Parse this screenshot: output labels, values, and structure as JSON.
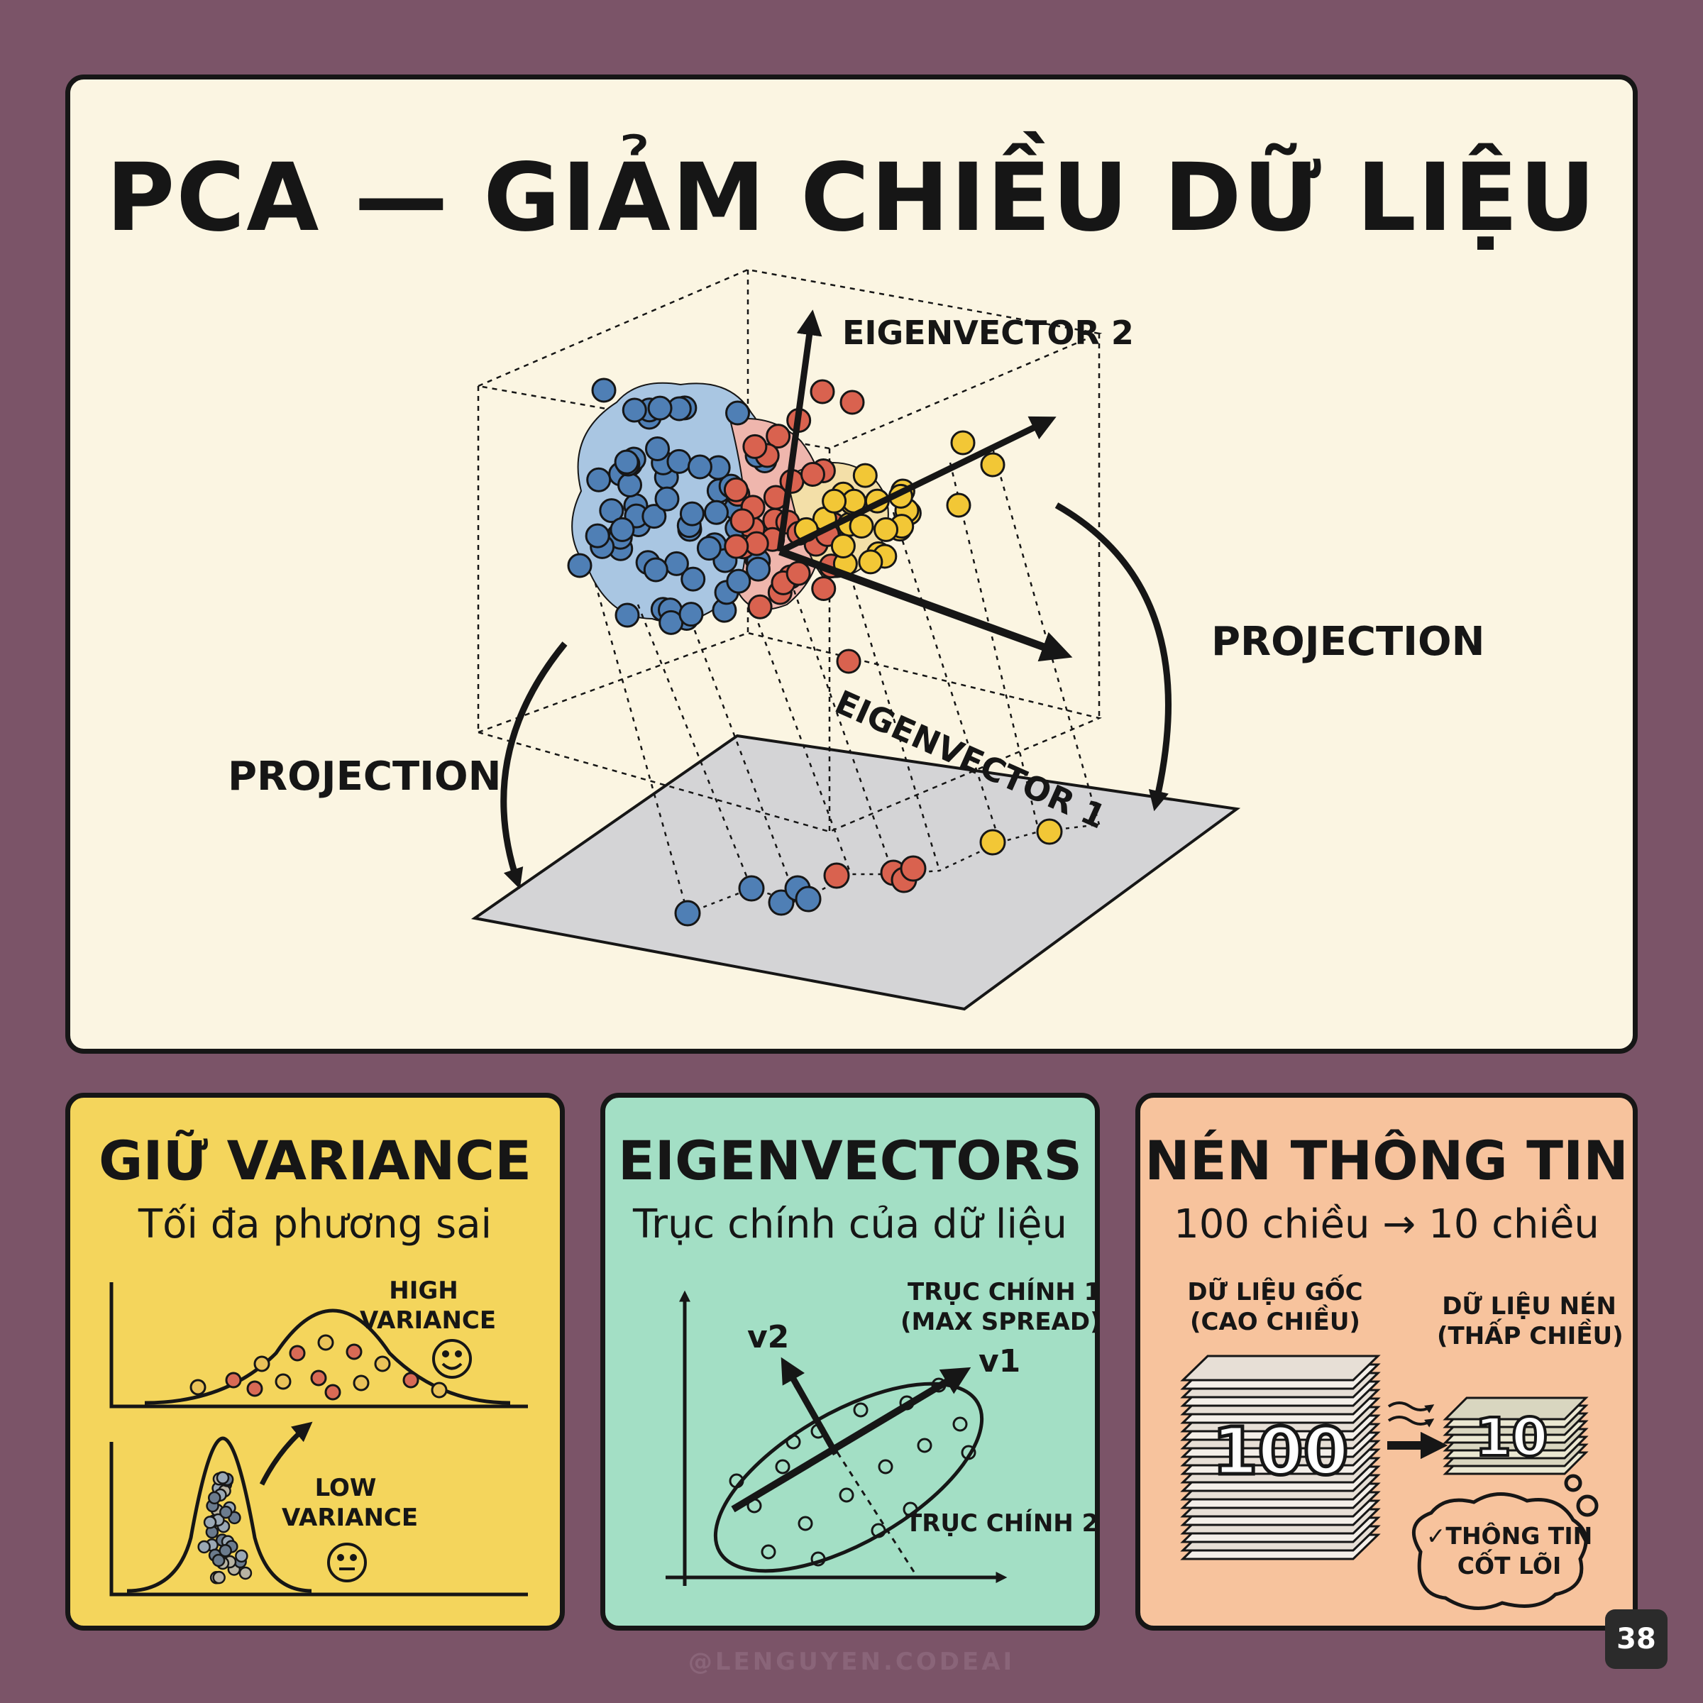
{
  "main": {
    "title": "PCA — GIẢM CHIỀU DỮ LIỆU",
    "eigenvector2_label": "EIGENVECTOR 2",
    "eigenvector1_label": "EIGENVECTOR 1",
    "projection_right_label": "PROJECTION",
    "projection_left_label": "PROJECTION"
  },
  "cards": {
    "variance": {
      "title": "GIỮ VARIANCE",
      "subtitle": "Tối đa phương sai",
      "high_label_1": "HIGH",
      "high_label_2": "VARIANCE",
      "low_label_1": "LOW",
      "low_label_2": "VARIANCE"
    },
    "eigen": {
      "title": "EIGENVECTORS",
      "subtitle": "Trục chính của dữ liệu",
      "axis1_label_1": "TRỤC CHÍNH 1",
      "axis1_label_2": "(MAX SPREAD)",
      "axis2_label": "TRỤC CHÍNH 2",
      "v1_label": "v1",
      "v2_label": "v2"
    },
    "compress": {
      "title": "NÉN THÔNG TIN",
      "subtitle": "100 chiều → 10 chiều",
      "original_label_1": "DỮ LIỆU GỐC",
      "original_label_2": "(CAO CHIỀU)",
      "compressed_label_1": "DỮ LIỆU NÉN",
      "compressed_label_2": "(THẤP CHIỀU)",
      "big_stack_number": "100",
      "small_stack_number": "10",
      "core_info_1": "✓THÔNG TIN",
      "core_info_2": "CỐT LÕI"
    }
  },
  "footer": {
    "watermark": "@LENGUYEN.CODEAI",
    "page_number": "38"
  },
  "colors": {
    "background": "#7b5468",
    "main_panel": "#fbf5e2",
    "variance_card": "#f4d55c",
    "eigen_card": "#a3dfc5",
    "compress_card": "#f7c39d",
    "blue_points": "#4f7fb5",
    "red_points": "#d9624f",
    "yellow_points": "#f2c736"
  }
}
